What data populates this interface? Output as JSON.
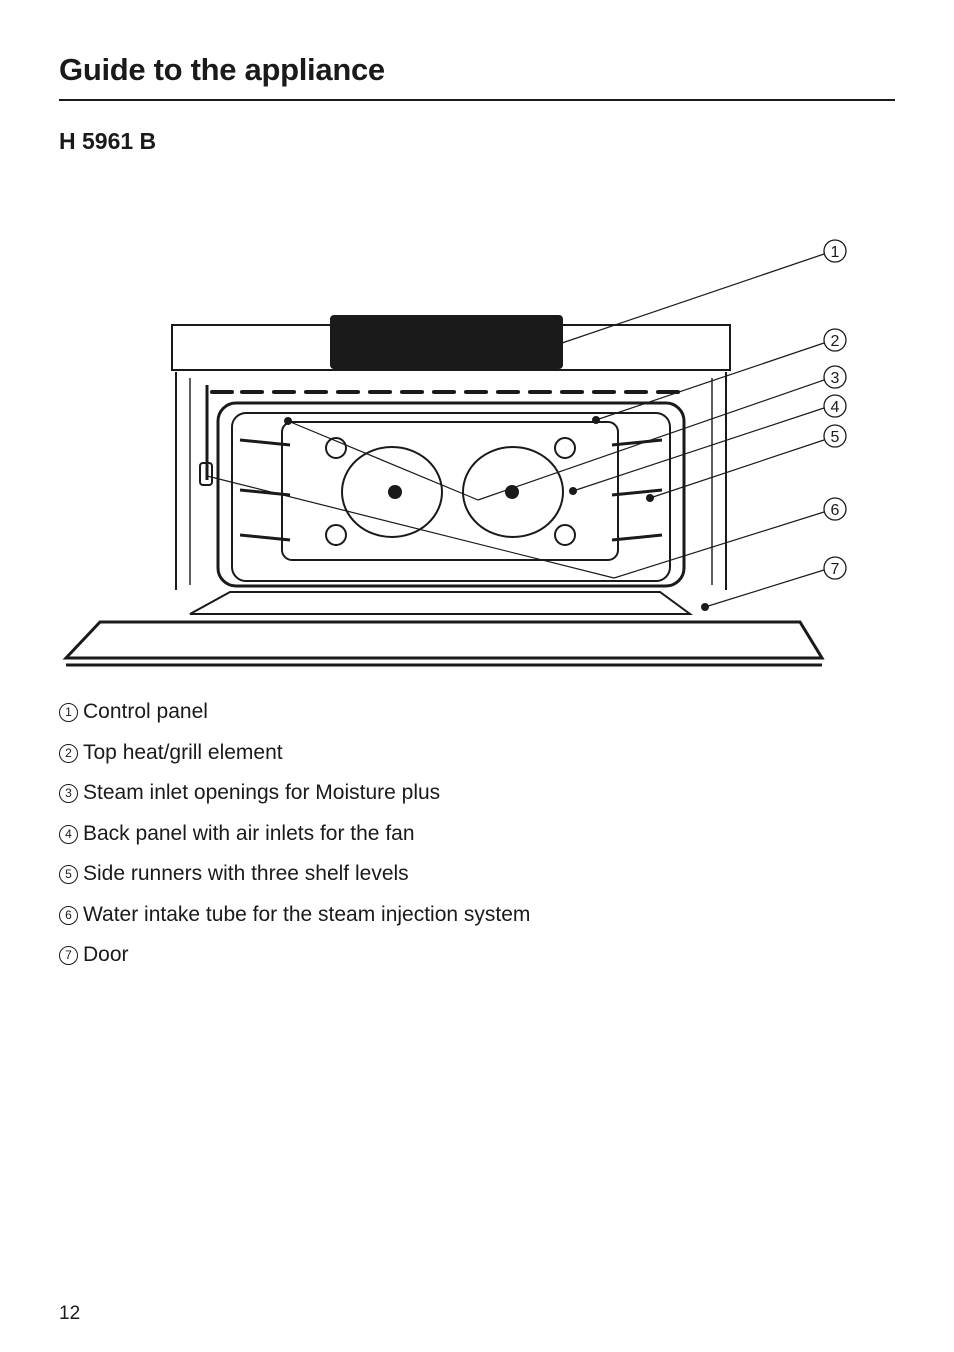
{
  "header": {
    "title": "Guide to the appliance"
  },
  "model": "H 5961 B",
  "callouts": [
    "1",
    "2",
    "3",
    "4",
    "5",
    "6",
    "7"
  ],
  "legend": [
    {
      "num": "1",
      "label": "Control panel"
    },
    {
      "num": "2",
      "label": "Top heat/grill element"
    },
    {
      "num": "3",
      "label": "Steam inlet openings for Moisture plus"
    },
    {
      "num": "4",
      "label": "Back panel with air inlets for the fan"
    },
    {
      "num": "5",
      "label": "Side runners with three shelf levels"
    },
    {
      "num": "6",
      "label": "Water intake tube for the steam injection system"
    },
    {
      "num": "7",
      "label": "Door"
    }
  ],
  "page_number": "12"
}
